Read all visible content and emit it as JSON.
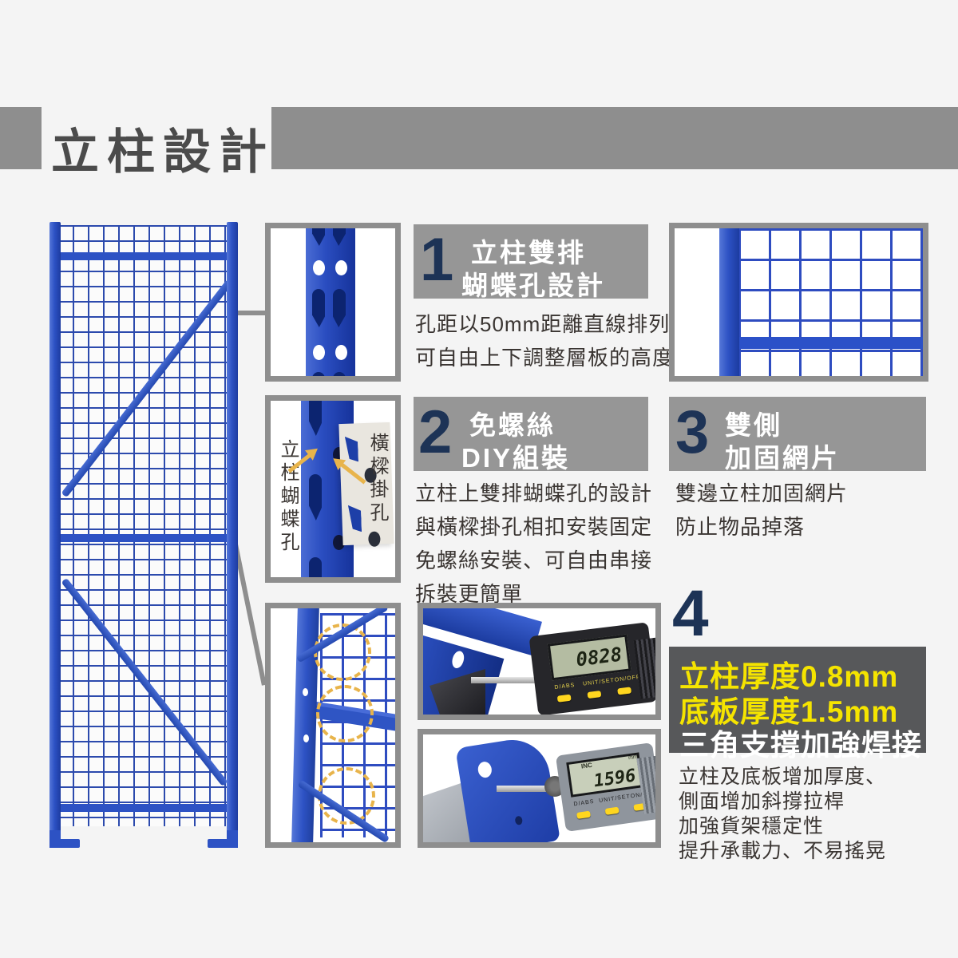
{
  "header": {
    "title": "立柱設計"
  },
  "sections": {
    "s1": {
      "num": "1",
      "title1": "立柱雙排",
      "title2": "蝴蝶孔設計",
      "desc": [
        "孔距以50mm距離直線排列",
        "可自由上下調整層板的高度"
      ]
    },
    "s2": {
      "num": "2",
      "title1": "免螺絲",
      "title2": "DIY組裝",
      "desc": [
        "立柱上雙排蝴蝶孔的設計",
        "與橫樑掛孔相扣安裝固定",
        "免螺絲安裝、可自由串接",
        "拆裝更簡單"
      ]
    },
    "s3": {
      "num": "3",
      "title1": "雙側",
      "title2": "加固網片",
      "desc": [
        "雙邊立柱加固網片",
        "防止物品掉落"
      ]
    },
    "s4": {
      "num": "4",
      "highlight1": "立柱厚度0.8mm",
      "highlight2": "底板厚度1.5mm",
      "highlight3": "三角支撐加強焊接",
      "desc": [
        "立柱及底板增加厚度、",
        "側面增加斜撐拉桿",
        "加強貨架穩定性",
        "提升承載力、不易搖晃"
      ]
    }
  },
  "callouts": {
    "pillar_label": "立柱蝴蝶孔",
    "beam_label": "橫樑掛孔"
  },
  "micro1": {
    "display": "0828",
    "btn1": "D/ABS",
    "btn2": "UNIT/SET",
    "btn3": "ON/OFF"
  },
  "micro2": {
    "display": "1596",
    "mode": "INC",
    "unit": "mm",
    "btn1": "D/ABS",
    "btn2": "UNIT/SET",
    "btn3": "ON/OFF"
  },
  "colors": {
    "rack_blue": "#2d52c4",
    "navy_number": "#1d3356",
    "gray_bar": "#8e8e8e",
    "section_gray": "#969696",
    "dark_gray_box": "#57585a",
    "highlight_yellow": "#f5e400",
    "callout_amber": "#e8b44b",
    "background": "#f4f4f4"
  }
}
